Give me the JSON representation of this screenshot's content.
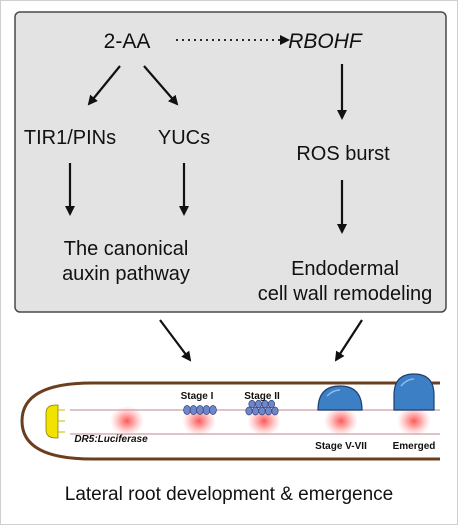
{
  "pathway": {
    "source": "2-AA",
    "gene": "RBOHF",
    "left_branch": "TIR1/PINs",
    "right_branch": "YUCs",
    "auxin_line1": "The canonical",
    "auxin_line2": "auxin pathway",
    "ros": "ROS burst",
    "remodel_line1": "Endodermal",
    "remodel_line2": "cell wall remodeling"
  },
  "root": {
    "reporter": "DR5:Luciferase",
    "stage1": "Stage I",
    "stage2": "Stage II",
    "stage3": "Stage V-VII",
    "emerged": "Emerged"
  },
  "caption": "Lateral root development & emergence",
  "colors": {
    "box_fill": "#e3e3e3",
    "box_stroke": "#4a4a4a",
    "root_outline": "#6b3f1e",
    "primordium": "#3d7fc4",
    "stage_dots": "#6f86c9",
    "signal": "#ff6b6b",
    "root_tip": "#f1e200"
  }
}
